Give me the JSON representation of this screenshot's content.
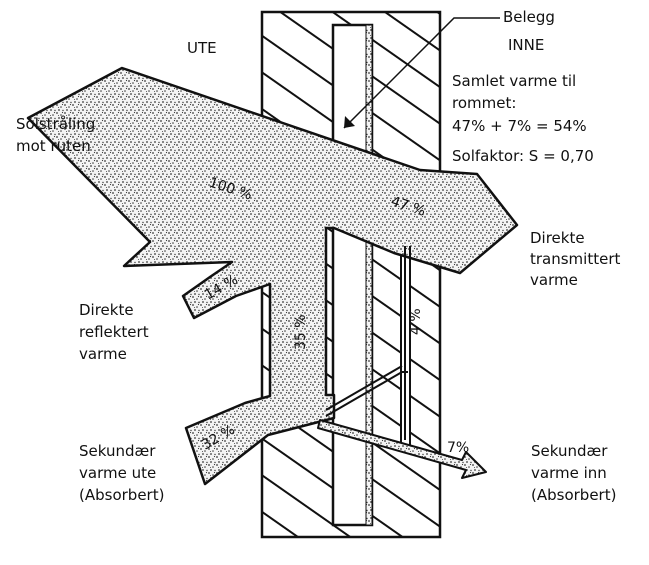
{
  "colors": {
    "ink": "#111111",
    "paper": "#ffffff",
    "stipple": "#3a3a3a"
  },
  "side_labels": {
    "outside": "UTE",
    "inside": "INNE"
  },
  "coating_label": "Belegg",
  "summary": {
    "line1": "Samlet varme til",
    "line2": "rommet:",
    "line3": "47% + 7% = 54%",
    "line4": "Solfaktor: S = 0,70"
  },
  "incoming": {
    "line1": "Solstråling",
    "line2": "mot ruten",
    "percent": "100 %"
  },
  "transmitted": {
    "line1": "Direkte",
    "line2": "transmittert",
    "line3": "varme",
    "percent": "47 %"
  },
  "reflected": {
    "line1": "Direkte",
    "line2": "reflektert",
    "line3": "varme",
    "percent": "14 %"
  },
  "absorbed_total": {
    "percent": "35 %"
  },
  "absorbed_inner": {
    "percent": "4 %"
  },
  "secondary_out": {
    "line1": "Sekundær",
    "line2": "varme ute",
    "line3": "(Absorbert)",
    "percent": "32 %"
  },
  "secondary_in": {
    "line1": "Sekundær",
    "line2": "varme inn",
    "line3": "(Absorbert)",
    "percent": "7%"
  }
}
